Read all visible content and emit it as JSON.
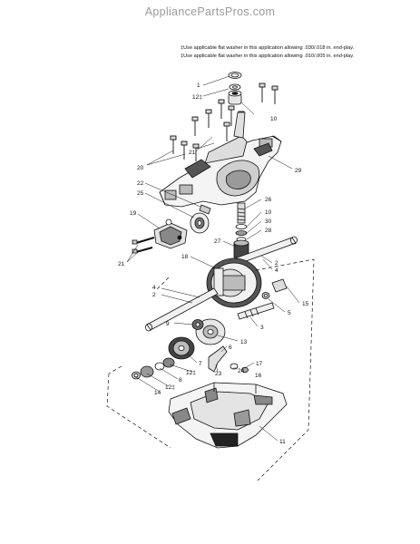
{
  "header": {
    "site": "AppliancePartsPros.com"
  },
  "notes": [
    "‡Use applicable flat washer in this application allowing .030/.018 in. end-play.",
    "‡Use applicable flat washer in this application allowing .010/.005 in. end-play."
  ],
  "callouts": {
    "c1": "1",
    "c12a": "12‡",
    "c10a": "10",
    "c21a": "21",
    "c20": "20",
    "c29": "29",
    "c22": "22",
    "c25": "25",
    "c19": "19",
    "c26": "26",
    "c10b": "10",
    "c30": "30",
    "c28": "28",
    "c27": "27",
    "c21b": "21",
    "c18": "18",
    "c2a": "2",
    "c4a": "4",
    "c4b": "4",
    "c2b": "2",
    "c15": "15",
    "c5": "5",
    "c9": "9",
    "c3": "3",
    "c13": "13",
    "c6": "6",
    "c7": "7",
    "c12b": "12‡",
    "c23": "23",
    "c24": "24",
    "c17": "17",
    "c8": "8",
    "c12c": "12‡",
    "c14": "14",
    "c11": "11",
    "c16": "16"
  }
}
